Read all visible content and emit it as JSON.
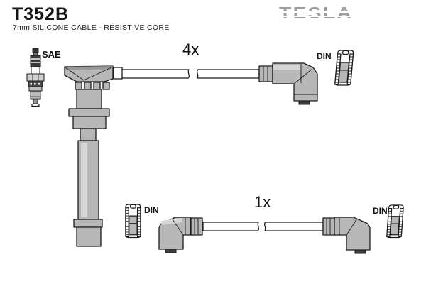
{
  "header": {
    "part_number": "T352B",
    "subtitle": "7mm SILICONE CABLE - RESISTIVE CORE",
    "brand": "TESLA"
  },
  "kit": {
    "main_cables": {
      "quantity_label": "4x",
      "plug_end_label": "SAE",
      "distributor_end_label": "DIN"
    },
    "coil_cable": {
      "quantity_label": "1x",
      "left_end_label": "DIN",
      "right_end_label": "DIN"
    }
  },
  "icons": {
    "spark-plug-icon": "spark plug side view (SAE terminal)",
    "plug-boot-icon": "long-shaft spark plug boot with anvil top",
    "elbow-boot-icon": "90-degree distributor boot",
    "din-terminal-icon": "cylindrical DIN terminal sleeve",
    "cable-break-icon": "cable continuation break marks"
  },
  "colors": {
    "background": "#ffffff",
    "outline": "#1c1c1c",
    "boot_fill": "#b7b7b7",
    "boot_highlight": "#d6d6d6",
    "boot_shadow": "#999999",
    "cable_fill": "#ffffff",
    "logo_gray": "#9d9d9d",
    "text": "#111111"
  }
}
